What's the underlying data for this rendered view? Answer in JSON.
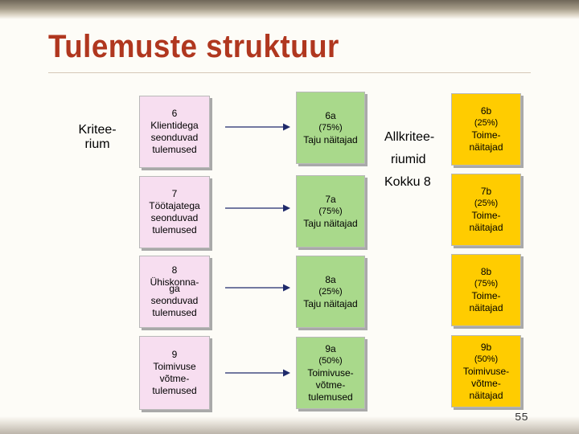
{
  "title": "Tulemuste struktuur",
  "left_label": [
    "Kritee-",
    "rium"
  ],
  "sub_label": {
    "line1": "Allkritee-",
    "line2": "riumid",
    "line3": "Kokku 8"
  },
  "rows": [
    {
      "criterion": [
        "6",
        "Klientidega",
        "seonduvad",
        "tulemused"
      ],
      "sub_a": [
        "6a",
        "(75%)",
        "Taju näitajad"
      ],
      "sub_b": [
        "6b",
        "(25%)",
        "Toime-",
        "näitajad"
      ]
    },
    {
      "criterion": [
        "7",
        "Töötajatega",
        "seonduvad",
        "tulemused"
      ],
      "sub_a": [
        "7a",
        "(75%)",
        "Taju näitajad"
      ],
      "sub_b": [
        "7b",
        "(25%)",
        "Toime-",
        "näitajad"
      ]
    },
    {
      "criterion": [
        "8",
        "Ühiskonna-",
        "ga",
        "seonduvad",
        "tulemused"
      ],
      "sub_a": [
        "8a",
        "(25%)",
        "Taju näitajad"
      ],
      "sub_b": [
        "8b",
        "(75%)",
        "Toime-",
        "näitajad"
      ]
    },
    {
      "criterion": [
        "9",
        "Toimivuse",
        "võtme-",
        "tulemused"
      ],
      "sub_a": [
        "9a",
        "(50%)",
        "Toimivuse-",
        "võtme-",
        "tulemused"
      ],
      "sub_b": [
        "9b",
        "(50%)",
        "Toimivuse-",
        "võtme-",
        "näitajad"
      ]
    }
  ],
  "page_number": "55",
  "colors": {
    "title": "#b0371f",
    "criterion_box": "#f7def0",
    "sub_a_box": "#a9d98b",
    "sub_b_box": "#ffcc00",
    "arrow": "#1f2a6b"
  }
}
